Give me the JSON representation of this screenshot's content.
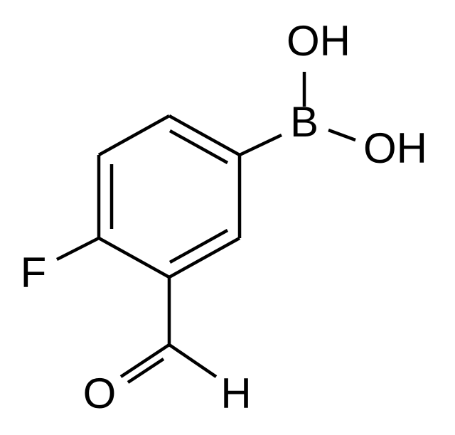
{
  "molecule": {
    "atoms": {
      "oh_top": "OH",
      "boron": "B",
      "oh_right": "OH",
      "fluorine": "F",
      "oxygen": "O",
      "hydrogen": "H"
    }
  },
  "colors": {
    "background": "#ffffff",
    "ink": "#000000"
  }
}
